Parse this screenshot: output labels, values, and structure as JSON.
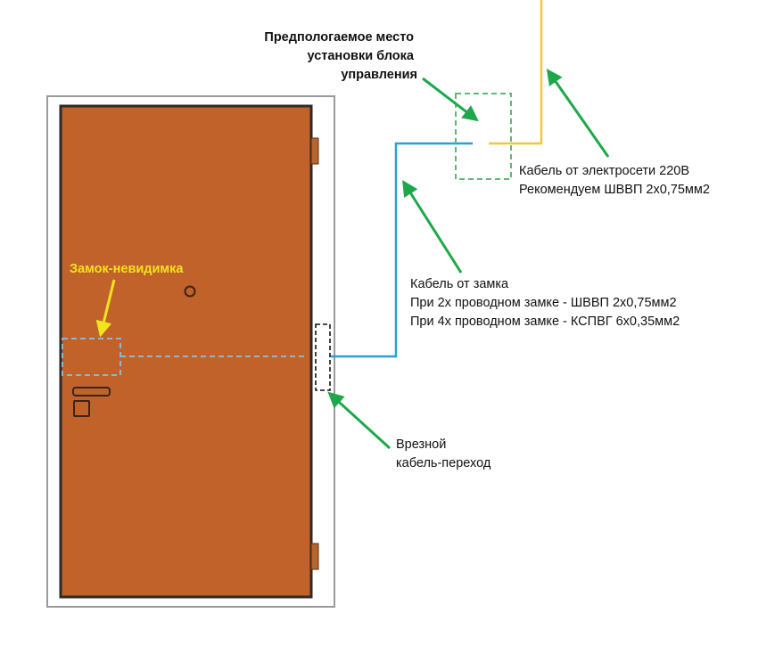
{
  "labels": {
    "control_block": [
      "Предпологаемое место",
      "установки блока",
      "управления"
    ],
    "power_cable": [
      "Кабель от электросети 220В",
      "Рекомендуем ШВВП 2х0,75мм2"
    ],
    "lock_cable": [
      "Кабель от замка",
      "При 2х проводном замке - ШВВП 2х0,75мм2",
      "При 4х проводном замке - КСПВГ 6х0,35мм2"
    ],
    "invisible_lock": "Замок-невидимка",
    "cable_transition": [
      "Врезной",
      "кабель-переход"
    ]
  },
  "colors": {
    "door": "#c0622a",
    "door_border": "#2e2a27",
    "frame": "#9a9a9a",
    "hinge": "#b7652e",
    "power_cable": "#f0c93a",
    "lock_cable": "#2aa0d8",
    "lock_dashes": "#8ab8d4",
    "control_box": "#5fb874",
    "arrow_green": "#1ea84a",
    "arrow_yellow": "#f3e31c"
  }
}
